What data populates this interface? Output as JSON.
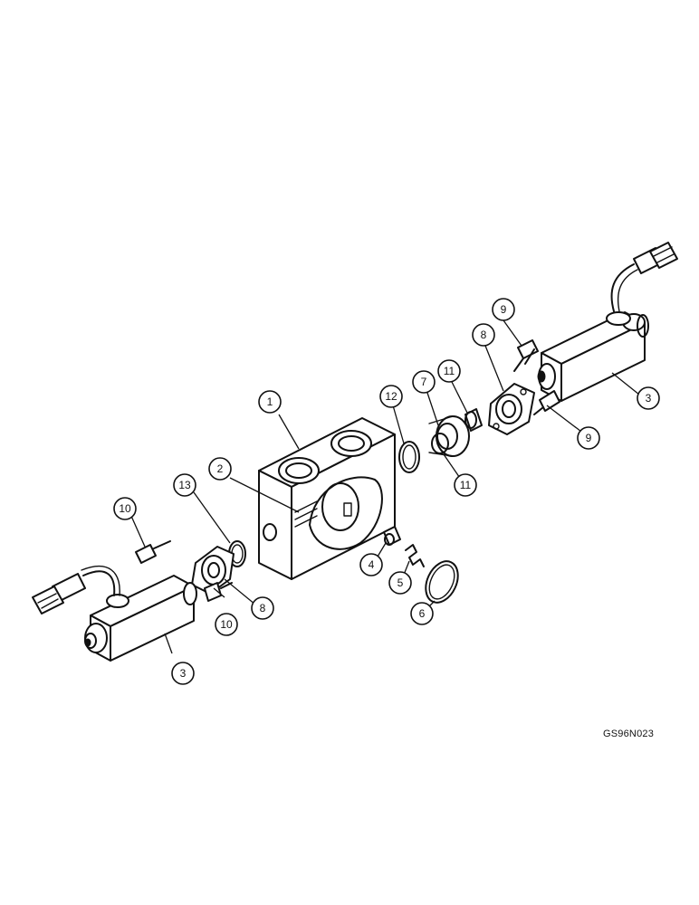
{
  "figure": {
    "id": "GS96N023"
  },
  "callouts": [
    {
      "label": "1"
    },
    {
      "label": "2"
    },
    {
      "label": "13"
    },
    {
      "label": "10"
    },
    {
      "label": "10"
    },
    {
      "label": "8"
    },
    {
      "label": "3"
    },
    {
      "label": "4"
    },
    {
      "label": "5"
    },
    {
      "label": "6"
    },
    {
      "label": "12"
    },
    {
      "label": "7"
    },
    {
      "label": "11"
    },
    {
      "label": "11"
    },
    {
      "label": "8"
    },
    {
      "label": "9"
    },
    {
      "label": "9"
    },
    {
      "label": "3"
    }
  ]
}
